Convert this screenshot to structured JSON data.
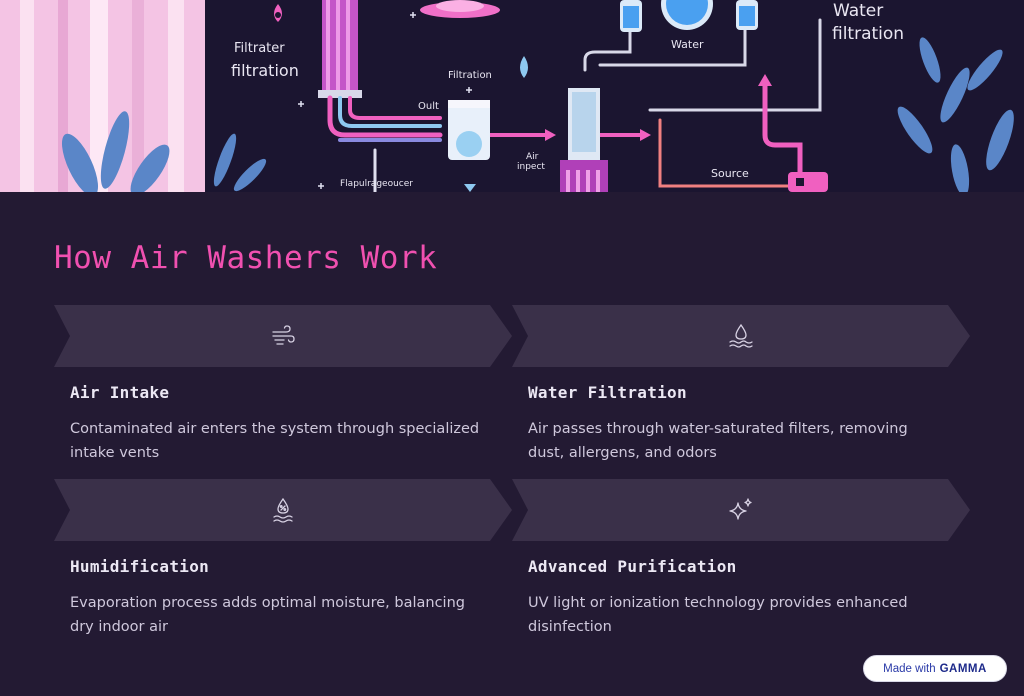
{
  "hero": {
    "labels": {
      "filtrater": "Filtrater",
      "filtration_left": "filtration",
      "filtration_center": "Filtration",
      "oult": "Oult",
      "air_inpect_line1": "Air",
      "air_inpect_line2": "inpect",
      "water_small": "Water",
      "water_big_line1": "Water",
      "water_big_line2": "filtration",
      "source": "Source",
      "bottom_left": "Flapulrageoucer"
    },
    "colors": {
      "pink": "#f060c0",
      "blue": "#8ec8f0",
      "leaf": "#5a86c8"
    }
  },
  "main": {
    "title": "How Air Washers Work",
    "title_color": "#f050b0",
    "steps": [
      {
        "icon": "wind-icon",
        "title": "Air Intake",
        "description": "Contaminated air enters the system through specialized intake vents"
      },
      {
        "icon": "water-drop-waves-icon",
        "title": "Water Filtration",
        "description": "Air passes through water-saturated filters, removing dust, allergens, and odors"
      },
      {
        "icon": "humidity-drop-icon",
        "title": "Humidification",
        "description": "Evaporation process adds optimal moisture, balancing dry indoor air"
      },
      {
        "icon": "sparkles-icon",
        "title": "Advanced Purification",
        "description": "UV light or ionization technology provides enhanced disinfection"
      }
    ]
  },
  "badge": {
    "prefix": "Made with",
    "brand": "GAMMA"
  }
}
